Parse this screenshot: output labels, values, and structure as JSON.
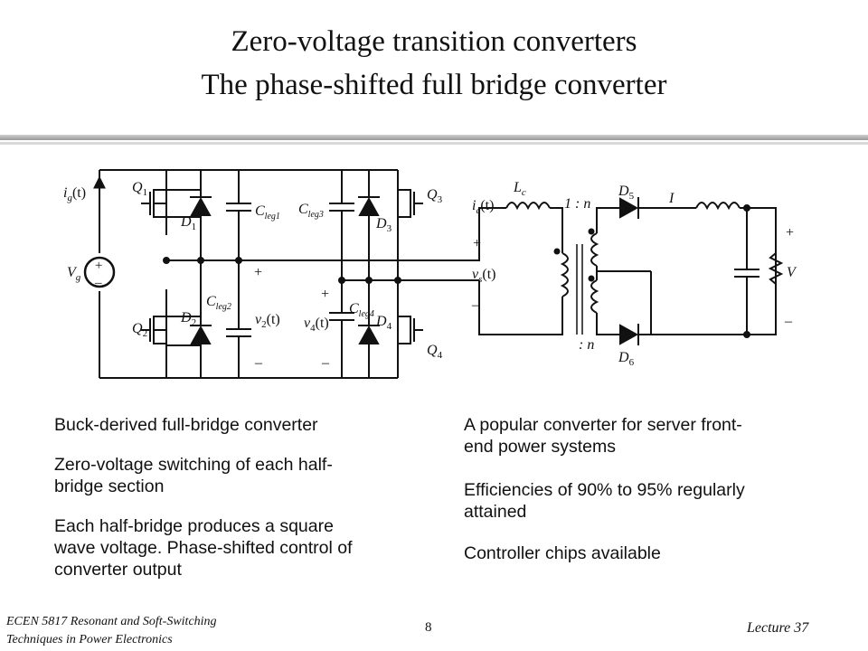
{
  "slide": {
    "title_line1": "Zero-voltage transition converters",
    "title_line2": "The phase-shifted full bridge converter"
  },
  "circuit": {
    "labels": {
      "ig": "i",
      "ig_sub": "g",
      "ig_t": "(t)",
      "vg": "V",
      "vg_sub": "g",
      "q1": "Q",
      "q1_sub": "1",
      "d1": "D",
      "d1_sub": "1",
      "q2": "Q",
      "q2_sub": "2",
      "d2": "D",
      "d2_sub": "2",
      "q3": "Q",
      "q3_sub": "3",
      "d3": "D",
      "d3_sub": "3",
      "q4": "Q",
      "q4_sub": "4",
      "d4": "D",
      "d4_sub": "4",
      "cleg1": "C",
      "cleg1_sub": "leg1",
      "cleg2": "C",
      "cleg2_sub": "leg2",
      "cleg3": "C",
      "cleg3_sub": "leg3",
      "cleg4": "C",
      "cleg4_sub": "leg4",
      "v2": "v",
      "v2_sub": "2",
      "v2_t": "(t)",
      "v4": "v",
      "v4_sub": "4",
      "v4_t": "(t)",
      "ic": "i",
      "ic_sub": "c",
      "ic_t": "(t)",
      "lc": "L",
      "lc_sub": "c",
      "ratio": "1 : n",
      "ratio2": ": n",
      "vs": "v",
      "vs_sub": "s",
      "vs_t": "(t)",
      "d5": "D",
      "d5_sub": "5",
      "d6": "D",
      "d6_sub": "6",
      "i_out": "I",
      "v_out": "V",
      "plus": "+",
      "minus": "–"
    }
  },
  "bullets_left": [
    "Buck-derived full-bridge converter",
    "Zero-voltage switching of each half-bridge section",
    "Each half-bridge produces a square wave voltage. Phase-shifted control of converter output"
  ],
  "bullets_left_lines": [
    [
      "Buck-derived full-bridge converter"
    ],
    [
      "Zero-voltage switching of each half-",
      "bridge section"
    ],
    [
      "Each half-bridge produces a square",
      "wave voltage. Phase-shifted control of",
      "converter output"
    ]
  ],
  "bullets_right_lines": [
    [
      "A popular converter for server front-",
      "end power systems"
    ],
    [
      "Efficiencies of 90% to 95% regularly",
      "attained"
    ],
    [
      "Controller chips available"
    ]
  ],
  "footer": {
    "course_line1": "ECEN 5817  Resonant and Soft-Switching",
    "course_line2": "Techniques in Power Electronics",
    "page_number": "8",
    "lecture": "Lecture 37"
  }
}
